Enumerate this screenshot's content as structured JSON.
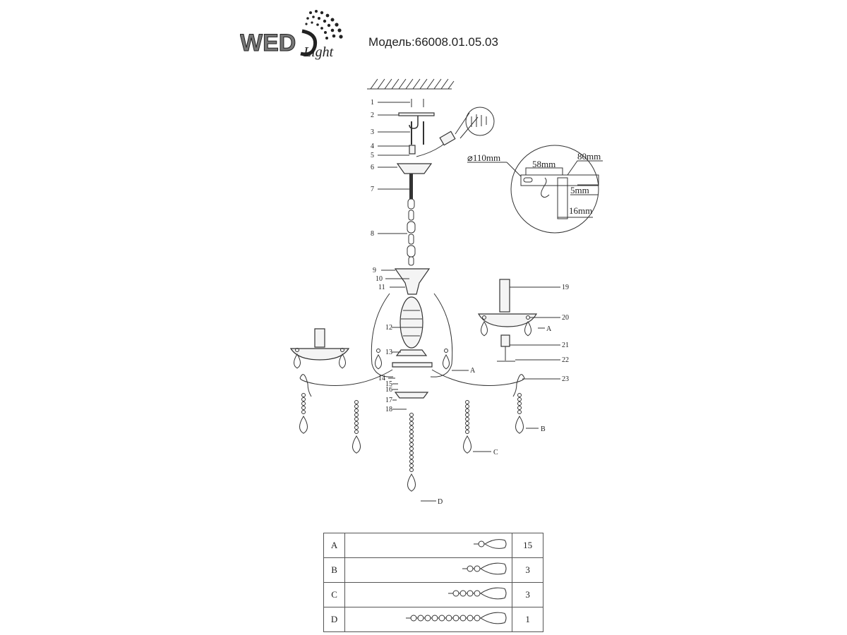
{
  "brand": {
    "logo_text": "WEDO Light"
  },
  "header": {
    "model": "Модель:66008.01.05.03"
  },
  "parts_labels": [
    "1",
    "2",
    "3",
    "4",
    "5",
    "6",
    "7",
    "8",
    "9",
    "10",
    "11",
    "12",
    "13",
    "14",
    "15",
    "16",
    "17",
    "18",
    "19",
    "20",
    "21",
    "22",
    "23"
  ],
  "crystal_labels": {
    "a": "A",
    "b": "B",
    "c": "C",
    "d": "D"
  },
  "mount_detail": {
    "diameter": "⌀110mm",
    "width": "80mm",
    "spacing": "58mm",
    "thickness": "5mm",
    "depth": "16mm"
  },
  "table": {
    "rows": [
      {
        "code": "A",
        "qty": "15",
        "beads": 1
      },
      {
        "code": "B",
        "qty": "3",
        "beads": 2
      },
      {
        "code": "C",
        "qty": "3",
        "beads": 4
      },
      {
        "code": "D",
        "qty": "1",
        "beads": 10
      }
    ]
  }
}
